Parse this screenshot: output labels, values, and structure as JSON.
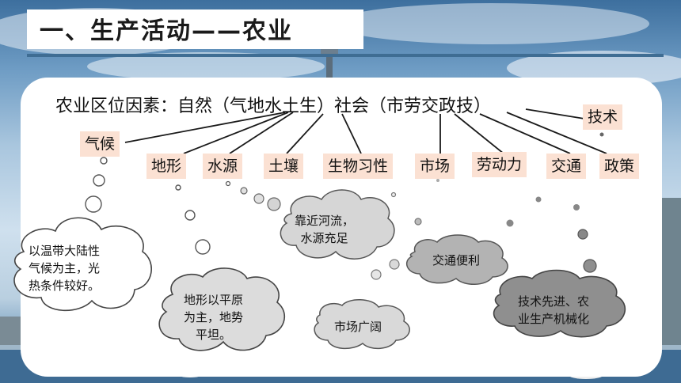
{
  "title": "一、生产活动——农业",
  "headline": "农业区位因素：自然（气地水土生）社会（市劳交政技）",
  "factors": {
    "climate": "气候",
    "terrain": "地形",
    "water": "水源",
    "soil": "土壤",
    "biology": "生物习性",
    "market": "市场",
    "labor": "劳动力",
    "transport": "交通",
    "policy": "政策",
    "technology": "技术"
  },
  "clouds": {
    "climate": [
      "以温带大陆性",
      "气候为主，光",
      "热条件较好。"
    ],
    "water": [
      "靠近河流，",
      "水源充足"
    ],
    "terrain": [
      "地形以平原",
      "为主，地势",
      "平坦。"
    ],
    "market": [
      "市场广阔"
    ],
    "transport": [
      "交通便利"
    ],
    "technology": [
      "技术先进、农",
      "业生产机械化"
    ]
  },
  "colors": {
    "tag_bg": "#fbe1d3",
    "cloud_white": "#ffffff",
    "cloud_gray": "#d4d4d4",
    "cloud_dark": "#8f8f8f",
    "title_line": "#3f6d93"
  }
}
